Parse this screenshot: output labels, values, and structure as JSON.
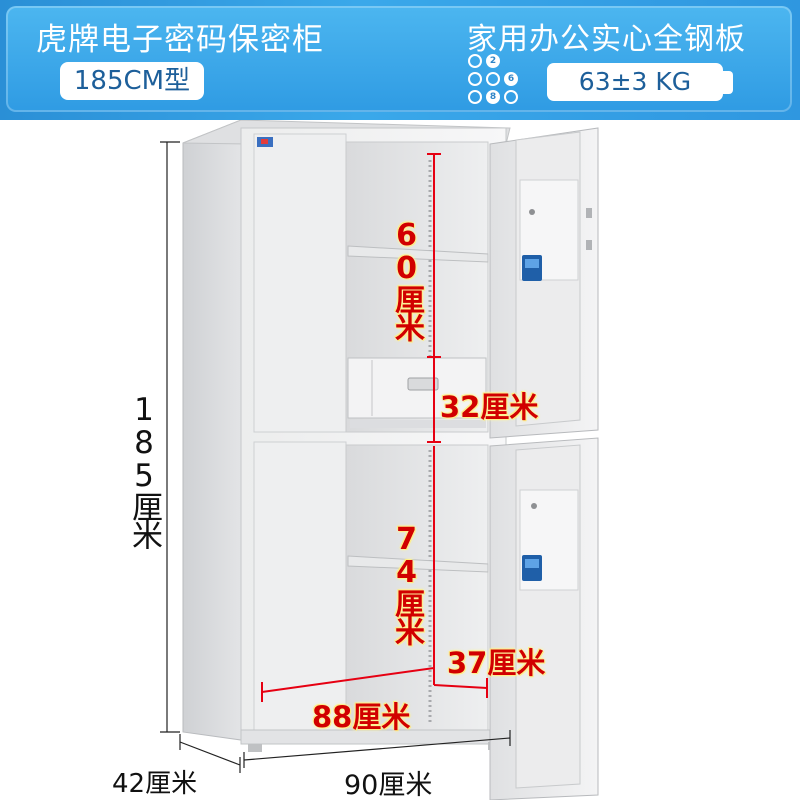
{
  "header": {
    "product_title": "虎牌电子密码保密柜",
    "material": "家用办公实心全钢板",
    "model": "185CM型",
    "weight": "63±3 KG",
    "keypad_digits": [
      "2",
      "6",
      "8"
    ]
  },
  "dimensions": {
    "total_height": "185厘米",
    "depth": "42厘米",
    "width": "90厘米",
    "upper_compartment_height": "60厘米",
    "drawer_height": "32厘米",
    "lower_compartment_height": "74厘米",
    "inner_depth": "37厘米",
    "inner_width": "88厘米"
  },
  "colors": {
    "banner_blue": "#3aa8ea",
    "cabinet_gray": "#e8e9eb",
    "measure_red": "#d10000",
    "label_glow": "#fff6a0",
    "lock_blue": "#1f5fa8"
  },
  "icons": [
    "keypad-icon",
    "brand-logo-icon",
    "electronic-lock-icon",
    "keyhole-icon"
  ]
}
